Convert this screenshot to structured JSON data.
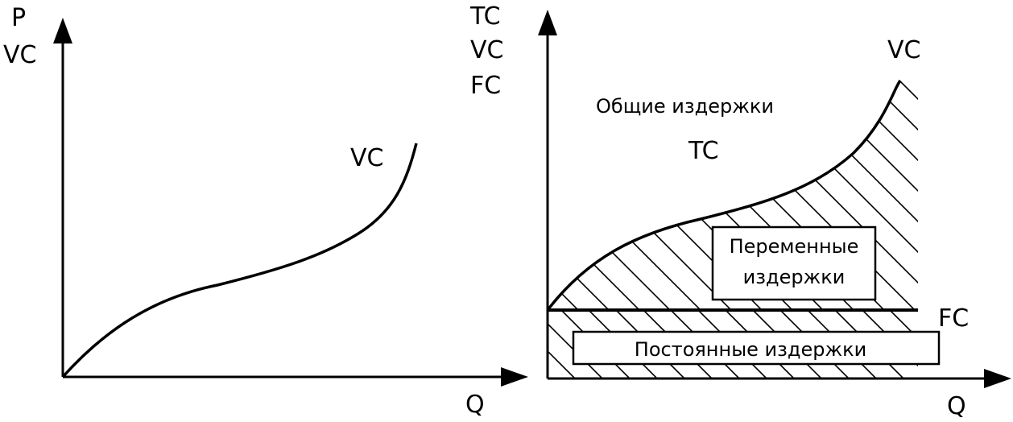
{
  "colors": {
    "ink": "#000000",
    "paper": "#ffffff"
  },
  "left_panel": {
    "y_axis_labels": [
      "P",
      "VC"
    ],
    "x_axis_label": "Q",
    "curve_label": "VC"
  },
  "right_panel": {
    "y_axis_labels": [
      "TC",
      "VC",
      "FC"
    ],
    "x_axis_label": "Q",
    "curve_label": "VC",
    "fc_label": "FC",
    "total_costs_label": "Общие издержки",
    "total_costs_abbr": "TC",
    "variable_costs_box": [
      "Переменные",
      "издержки"
    ],
    "fixed_costs_box": "Постоянные издержки"
  }
}
